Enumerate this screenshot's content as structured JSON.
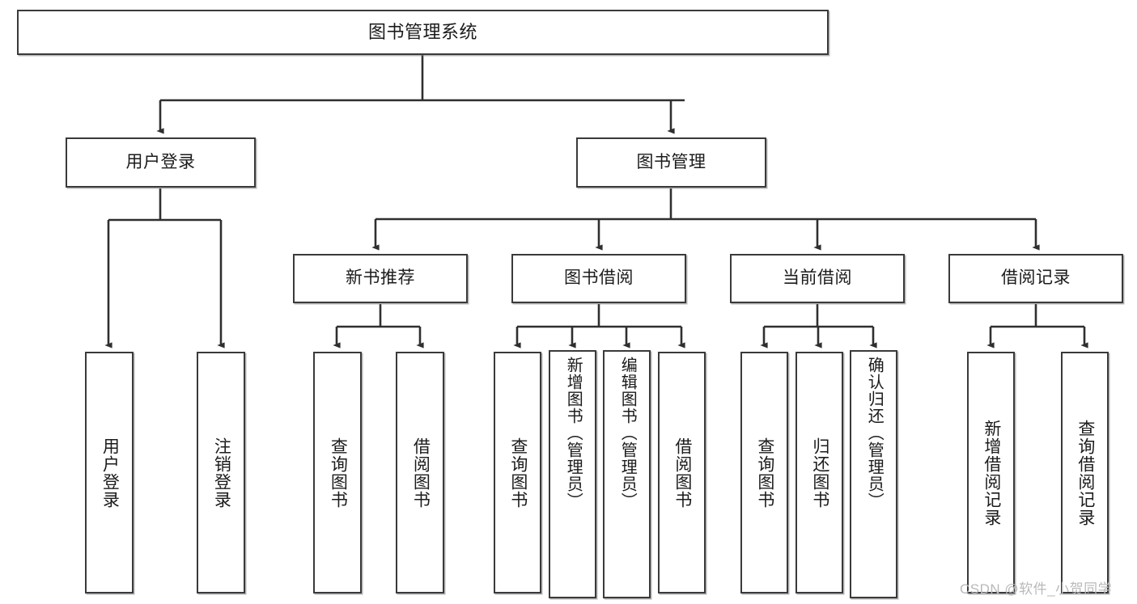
{
  "diagram": {
    "type": "tree-hierarchy-flowchart",
    "title": "图书管理系统",
    "watermark": "CSDN @软件_小贺同学",
    "colors": {
      "box_border": "#3a3a3a",
      "box_fill": "#ffffff",
      "edge": "#2f2f2f",
      "text": "#1b1b1b",
      "watermark": "#b9b9b9"
    },
    "nodes": {
      "root": {
        "label": "图书管理系统",
        "level": 1
      },
      "user_login": {
        "label": "用户登录",
        "level": 2
      },
      "book_manage": {
        "label": "图书管理",
        "level": 2
      },
      "new_book_rec": {
        "label": "新书推荐",
        "level": 3
      },
      "book_borrow": {
        "label": "图书借阅",
        "level": 3
      },
      "current_borrow": {
        "label": "当前借阅",
        "level": 3
      },
      "borrow_record": {
        "label": "借阅记录",
        "level": 3
      },
      "leaf_user_login": {
        "label": "用户登录",
        "level": 4
      },
      "leaf_logout": {
        "label": "注销登录",
        "level": 4
      },
      "leaf_query_book_1": {
        "label": "查询图书",
        "level": 4
      },
      "leaf_borrow_book_1": {
        "label": "借阅图书",
        "level": 4
      },
      "leaf_query_book_2": {
        "label": "查询图书",
        "level": 4
      },
      "leaf_add_book_admin": {
        "label": "新增图书（管理员）",
        "level": 4
      },
      "leaf_edit_book_admin": {
        "label": "编辑图书（管理员）",
        "level": 4
      },
      "leaf_borrow_book_2": {
        "label": "借阅图书",
        "level": 4
      },
      "leaf_query_book_3": {
        "label": "查询图书",
        "level": 4
      },
      "leaf_return_book": {
        "label": "归还图书",
        "level": 4
      },
      "leaf_confirm_return_admin": {
        "label": "确认归还（管理员）",
        "level": 4
      },
      "leaf_add_borrow_record": {
        "label": "新增借阅记录",
        "level": 4
      },
      "leaf_query_borrow_record": {
        "label": "查询借阅记录",
        "level": 4
      }
    },
    "edges": [
      {
        "from": "root",
        "to": "user_login"
      },
      {
        "from": "root",
        "to": "book_manage"
      },
      {
        "from": "user_login",
        "to": "leaf_user_login"
      },
      {
        "from": "user_login",
        "to": "leaf_logout"
      },
      {
        "from": "book_manage",
        "to": "new_book_rec"
      },
      {
        "from": "book_manage",
        "to": "book_borrow"
      },
      {
        "from": "book_manage",
        "to": "current_borrow"
      },
      {
        "from": "book_manage",
        "to": "borrow_record"
      },
      {
        "from": "new_book_rec",
        "to": "leaf_query_book_1"
      },
      {
        "from": "new_book_rec",
        "to": "leaf_borrow_book_1"
      },
      {
        "from": "book_borrow",
        "to": "leaf_query_book_2"
      },
      {
        "from": "book_borrow",
        "to": "leaf_add_book_admin"
      },
      {
        "from": "book_borrow",
        "to": "leaf_edit_book_admin"
      },
      {
        "from": "book_borrow",
        "to": "leaf_borrow_book_2"
      },
      {
        "from": "current_borrow",
        "to": "leaf_query_book_3"
      },
      {
        "from": "current_borrow",
        "to": "leaf_return_book"
      },
      {
        "from": "current_borrow",
        "to": "leaf_confirm_return_admin"
      },
      {
        "from": "borrow_record",
        "to": "leaf_add_borrow_record"
      },
      {
        "from": "borrow_record",
        "to": "leaf_query_borrow_record"
      }
    ]
  }
}
